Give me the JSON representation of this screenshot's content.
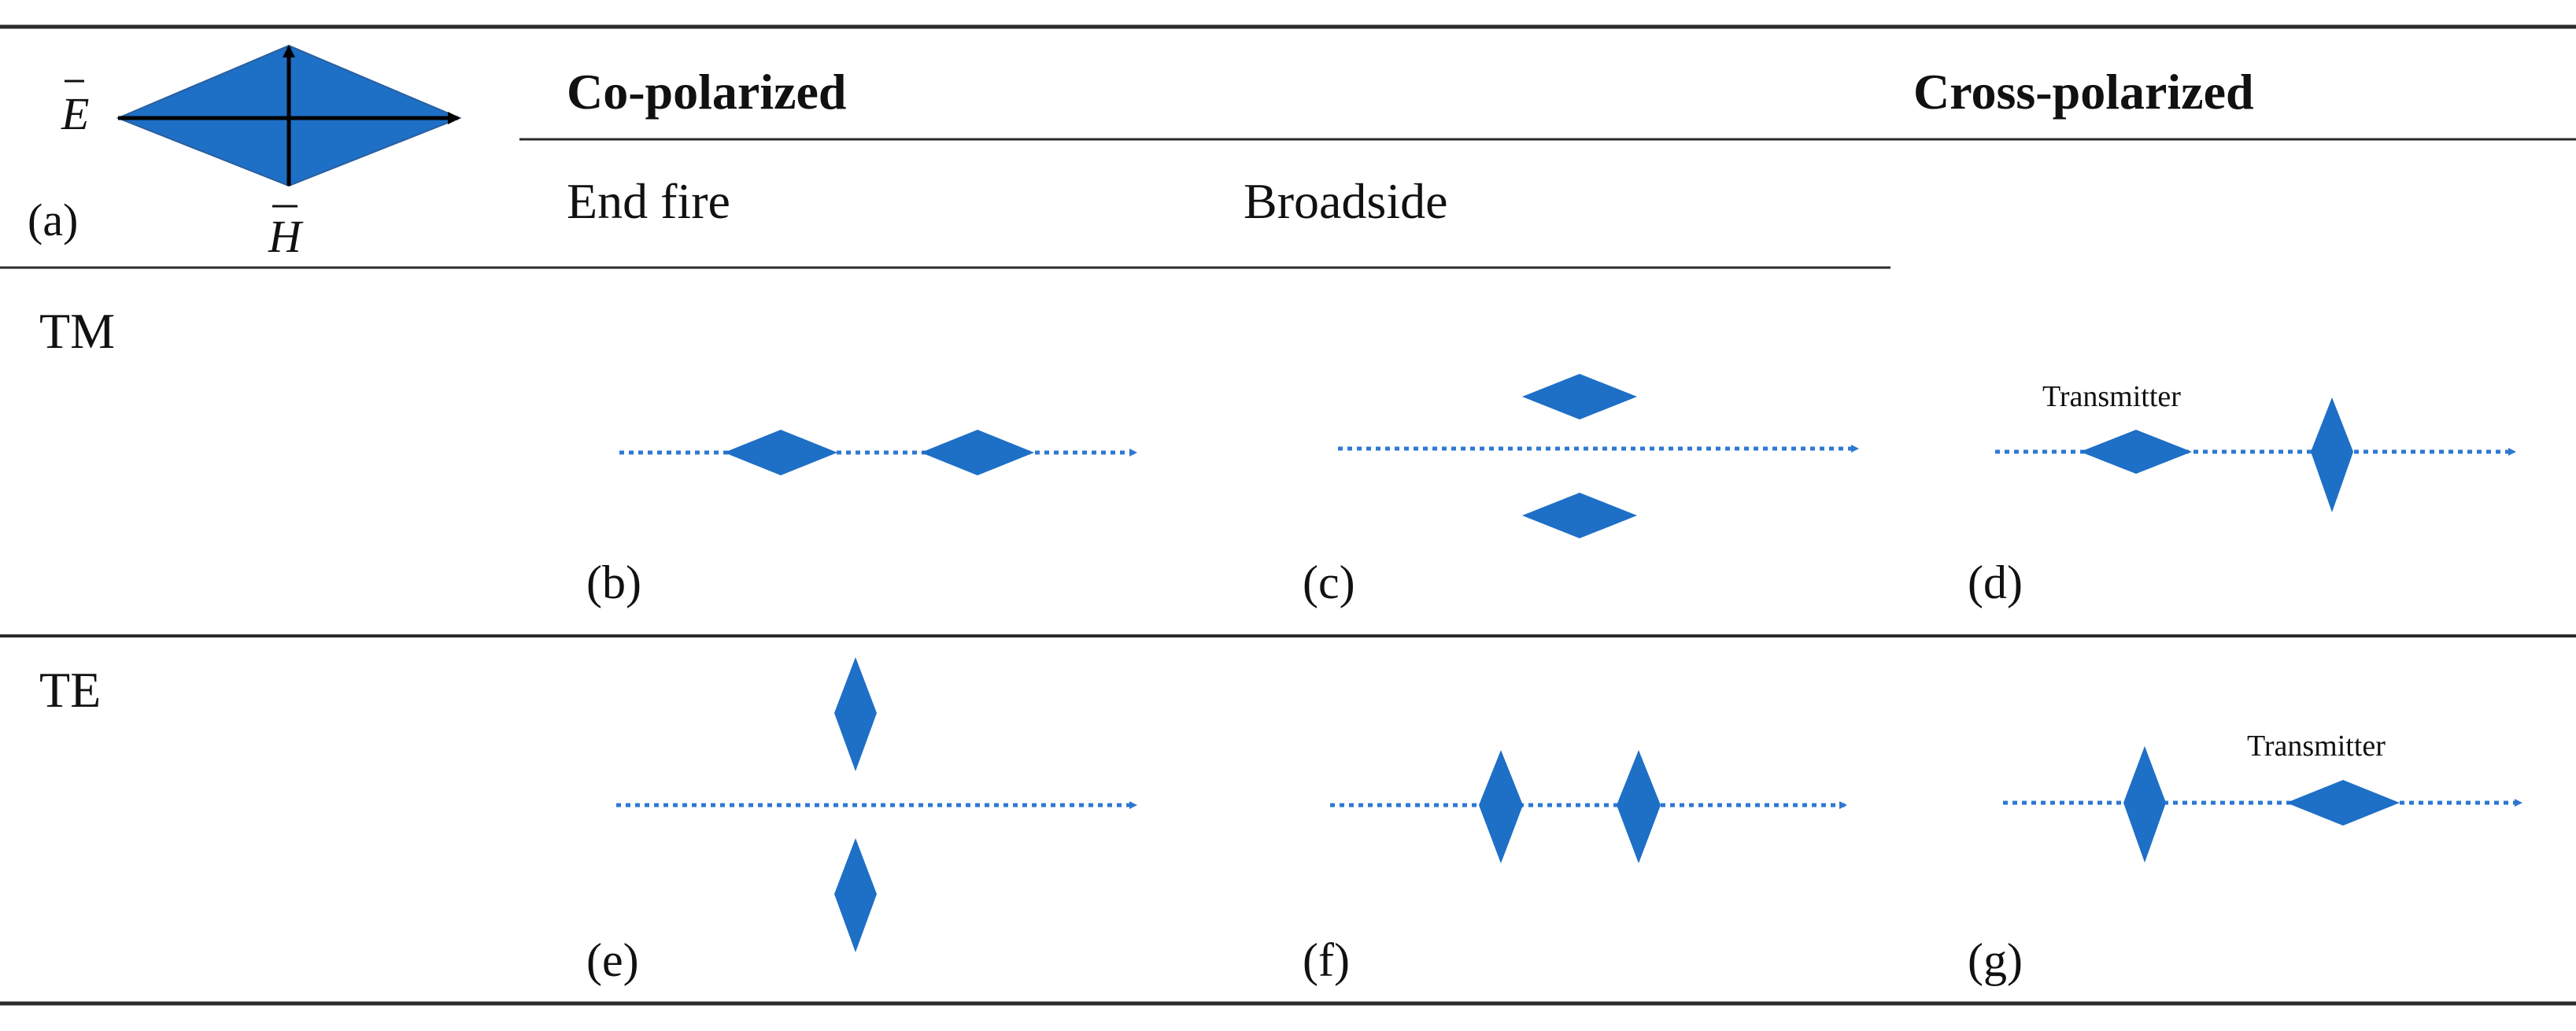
{
  "legend": {
    "e_symbol": "E",
    "h_symbol": "H",
    "label": "(a)"
  },
  "headers": {
    "co_polarized": "Co-polarized",
    "cross_polarized": "Cross-polarized",
    "end_fire": "End fire",
    "broadside": "Broadside"
  },
  "rows": {
    "tm": "TM",
    "te": "TE"
  },
  "panels": {
    "b": "(b)",
    "c": "(c)",
    "d": "(d)",
    "e": "(e)",
    "f": "(f)",
    "g": "(g)"
  },
  "annotations": {
    "transmitter_d": "Transmitter",
    "transmitter_g": "Transmitter"
  },
  "colors": {
    "antenna_fill": "#1e6fc6",
    "antenna_stroke": "#2a5f9e",
    "arrow_line": "#2e78d2",
    "rule_line": "#2b2b2b",
    "text": "#111111"
  }
}
